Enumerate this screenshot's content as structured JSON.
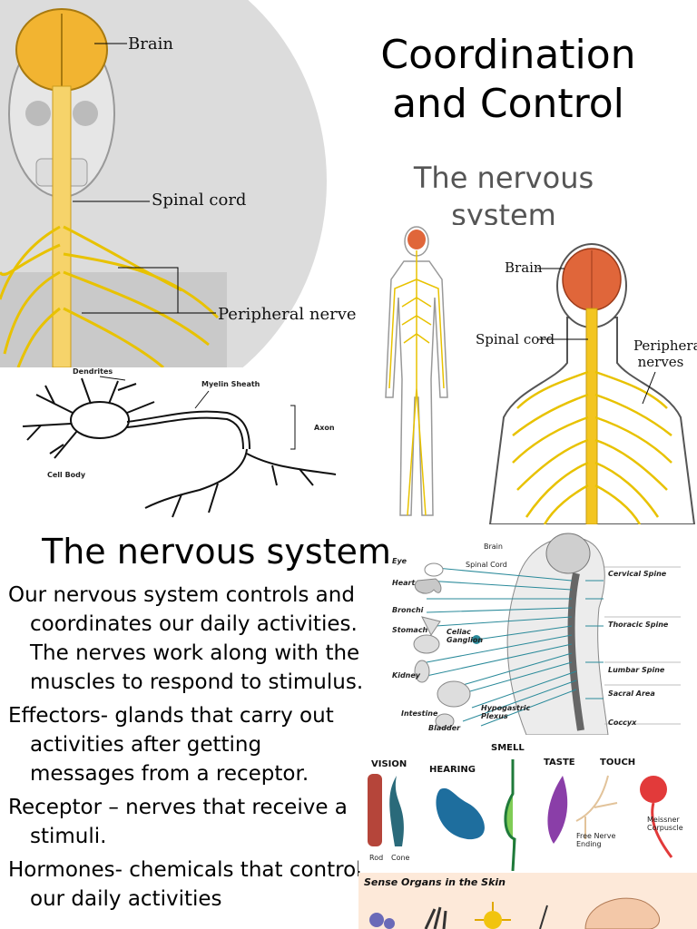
{
  "slide": {
    "title": "Coordination and Control",
    "subtitle": "The  nervous system",
    "section_heading": "The nervous system",
    "paragraphs": [
      "Our nervous system controls and coordinates our daily activities. The nerves work along with the muscles to respond to stimulus.",
      "Effectors- glands that carry out activities after getting messages from a receptor.",
      "Receptor – nerves that receive a stimuli.",
      "Hormones- chemicals that control our daily activities"
    ]
  },
  "head_figure": {
    "labels": {
      "brain": "Brain",
      "spinal_cord": "Spinal cord",
      "peripheral_nerve": "Peripheral nerve"
    }
  },
  "neuron_figure": {
    "labels": {
      "dendrites": "Dendrites",
      "myelin": "Myelin Sheath",
      "axon": "Axon",
      "cell_body": "Cell Body"
    }
  },
  "back_figure": {
    "labels": {
      "brain": "Brain",
      "spinal_cord": "Spinal cord",
      "peripheral": "Peripheral nerves"
    }
  },
  "spine_figure": {
    "labels": {
      "brain": "Brain",
      "spinal_cord": "Spinal Cord",
      "eye": "Eye",
      "heart": "Heart",
      "bronchi": "Bronchi",
      "stomach": "Stomach",
      "celiac": "Celiac Ganglion",
      "kidney": "Kidney",
      "intestine": "Intestine",
      "bladder": "Bladder",
      "hypogastric": "Hypogastric Plexus",
      "cervical": "Cervical Spine",
      "thoracic": "Thoracic Spine",
      "lumbar": "Lumbar Spine",
      "sacral": "Sacral Area",
      "coccyx": "Coccyx"
    }
  },
  "receptor_figure": {
    "labels": {
      "vision": "VISION",
      "hearing": "HEARING",
      "smell": "SMELL",
      "taste": "TASTE",
      "touch": "TOUCH",
      "rod": "Rod",
      "cone": "Cone",
      "free_nerve": "Free Nerve Ending",
      "meissner": "Meissner Corpuscle"
    }
  },
  "skin_figure": {
    "labels": {
      "title": "Sense Organs in the Skin"
    }
  },
  "colors": {
    "nerve": "#e8c200",
    "brain": "#f2b431",
    "skin_panel": "#fde9d9",
    "spine_nerve": "#2a8a9a"
  }
}
